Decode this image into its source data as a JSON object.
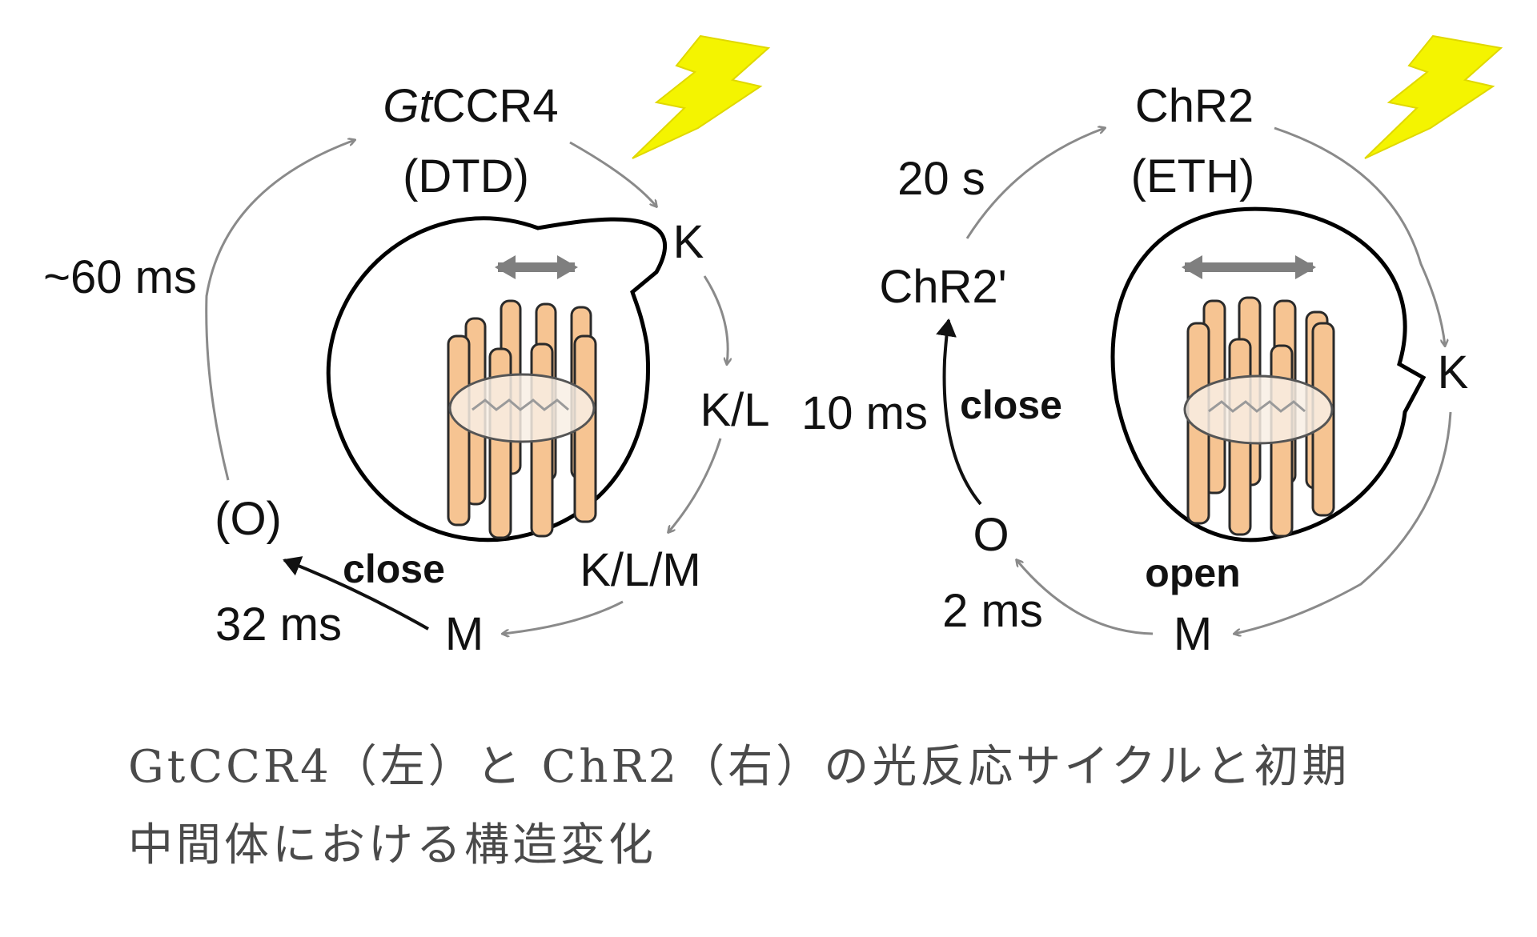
{
  "left_cycle": {
    "title_italic": "Gt",
    "title_rest": "CCR4",
    "subtitle": "(DTD)",
    "states": {
      "k": "K",
      "kl": "K/L",
      "klm": "K/L/M",
      "m": "M",
      "o": "(O)"
    },
    "times": {
      "return": "~60 ms",
      "m_to_o": "32 ms"
    },
    "action": "close"
  },
  "right_cycle": {
    "title": "ChR2",
    "subtitle": "(ETH)",
    "states": {
      "k": "K",
      "m": "M",
      "o": "O",
      "chr2p": "ChR2'"
    },
    "times": {
      "return": "20 s",
      "o_to_chr2p": "10 ms",
      "m_to_o": "2 ms"
    },
    "actions": {
      "close": "close",
      "open": "open"
    }
  },
  "caption": {
    "line1": "GtCCR4（左）と ChR2（右）の光反応サイクルと初期",
    "line2": "中間体における構造変化"
  },
  "colors": {
    "arrow_gray": "#8a8a8a",
    "arrow_black": "#111111",
    "helix_fill": "#f6c492",
    "helix_stroke": "#2a2a2a",
    "bolt": "#f4f400",
    "double_arrow": "#7f7f7f",
    "caption_text": "#4a4a4a"
  },
  "icons": {
    "light": "lightning-bolt-icon",
    "motion": "double-arrow-icon"
  }
}
